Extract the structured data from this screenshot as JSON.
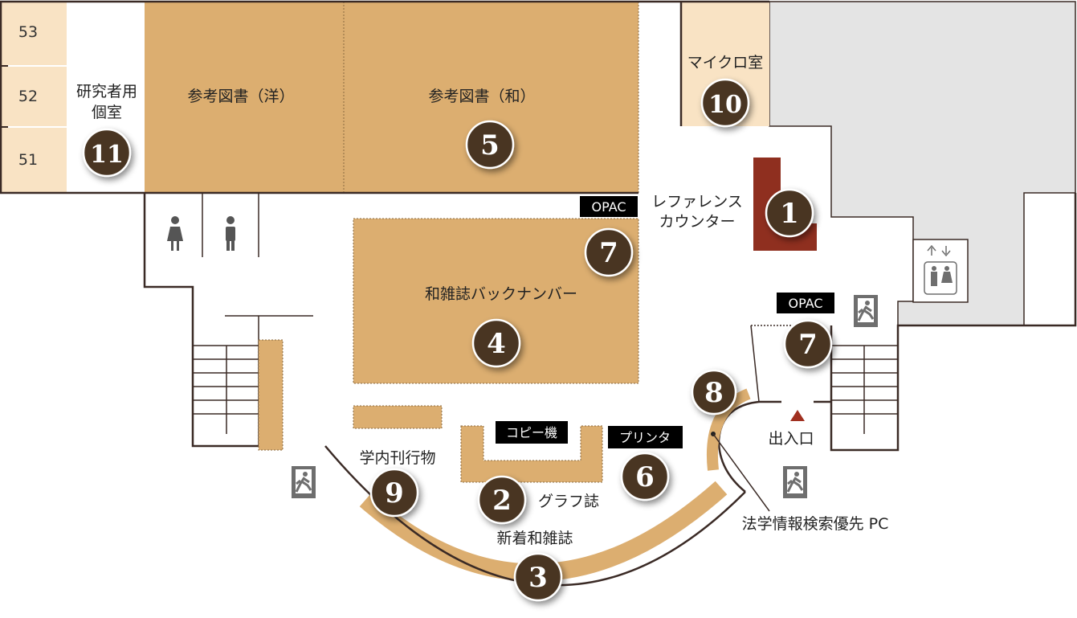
{
  "colors": {
    "area": "#dcae70",
    "room_light": "#f9e3c4",
    "marker": "#4a3520",
    "counter": "#8f2f1f",
    "restricted": "#e4e4e4",
    "tag_bg": "#000000",
    "icon_grey": "#6e6e6e"
  },
  "rooms": {
    "r53": "53",
    "r52": "52",
    "r51": "51",
    "private_room_line1": "研究者用",
    "private_room_line2": "個室",
    "ref_western": "参考図書（洋）",
    "ref_japanese": "参考図書（和）",
    "micro_room": "マイクロ室",
    "reference_counter_line1": "レファレンス",
    "reference_counter_line2": "カウンター",
    "back_numbers": "和雑誌バックナンバー",
    "university_publications": "学内刊行物",
    "graph_magazines": "グラフ誌",
    "new_magazines": "新着和雑誌",
    "entrance": "出入口",
    "law_pc": "法学情報検索優先 PC"
  },
  "tags": {
    "opac_1": "OPAC",
    "opac_2": "OPAC",
    "copier": "コピー機",
    "printer": "プリンタ"
  },
  "markers": {
    "m1": "1",
    "m2": "2",
    "m3": "3",
    "m4": "4",
    "m5": "5",
    "m6": "6",
    "m7a": "7",
    "m7b": "7",
    "m8": "8",
    "m9": "9",
    "m10": "10",
    "m11": "11"
  },
  "icons": [
    "restroom-female-icon",
    "restroom-male-icon",
    "elevator-icon",
    "emergency-exit-icon",
    "entrance-arrow-icon"
  ]
}
